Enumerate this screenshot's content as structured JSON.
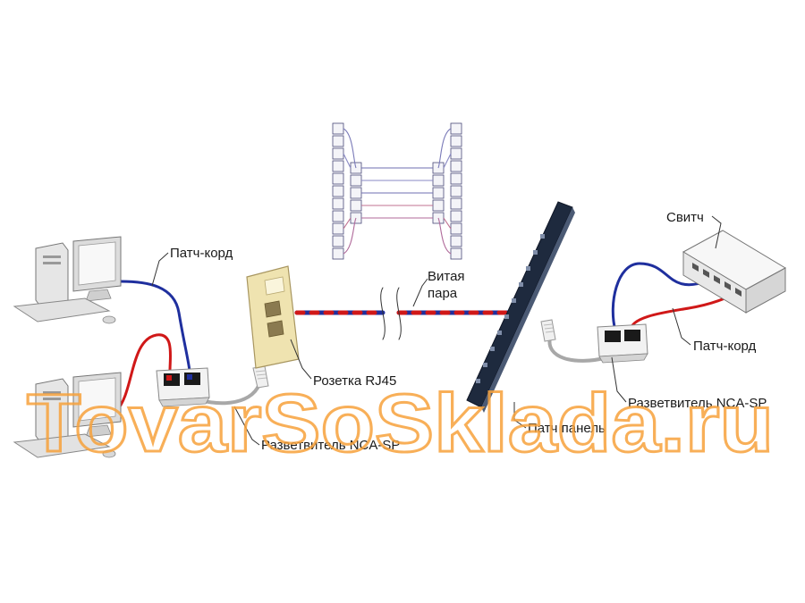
{
  "labels": {
    "patch_cord_left": "Патч-корд",
    "socket": "Розетка RJ45",
    "twisted_pair_line1": "Витая",
    "twisted_pair_line2": "пара",
    "splitter_left": "Разветвитель NCA-SP",
    "patch_panel": "Патч панель",
    "switch": "Свитч",
    "patch_cord_right": "Патч-корд",
    "splitter_right": "Разветвитель NCA-SP"
  },
  "watermark": "TovarSoSklada.ru",
  "colors": {
    "cable_blue": "#1f2f9e",
    "cable_red": "#d01818",
    "cable_grey": "#9a9a9a",
    "socket_plate": "#efe3b0",
    "patch_panel": "#1e2a3e",
    "watermark": "#f7a23c"
  }
}
